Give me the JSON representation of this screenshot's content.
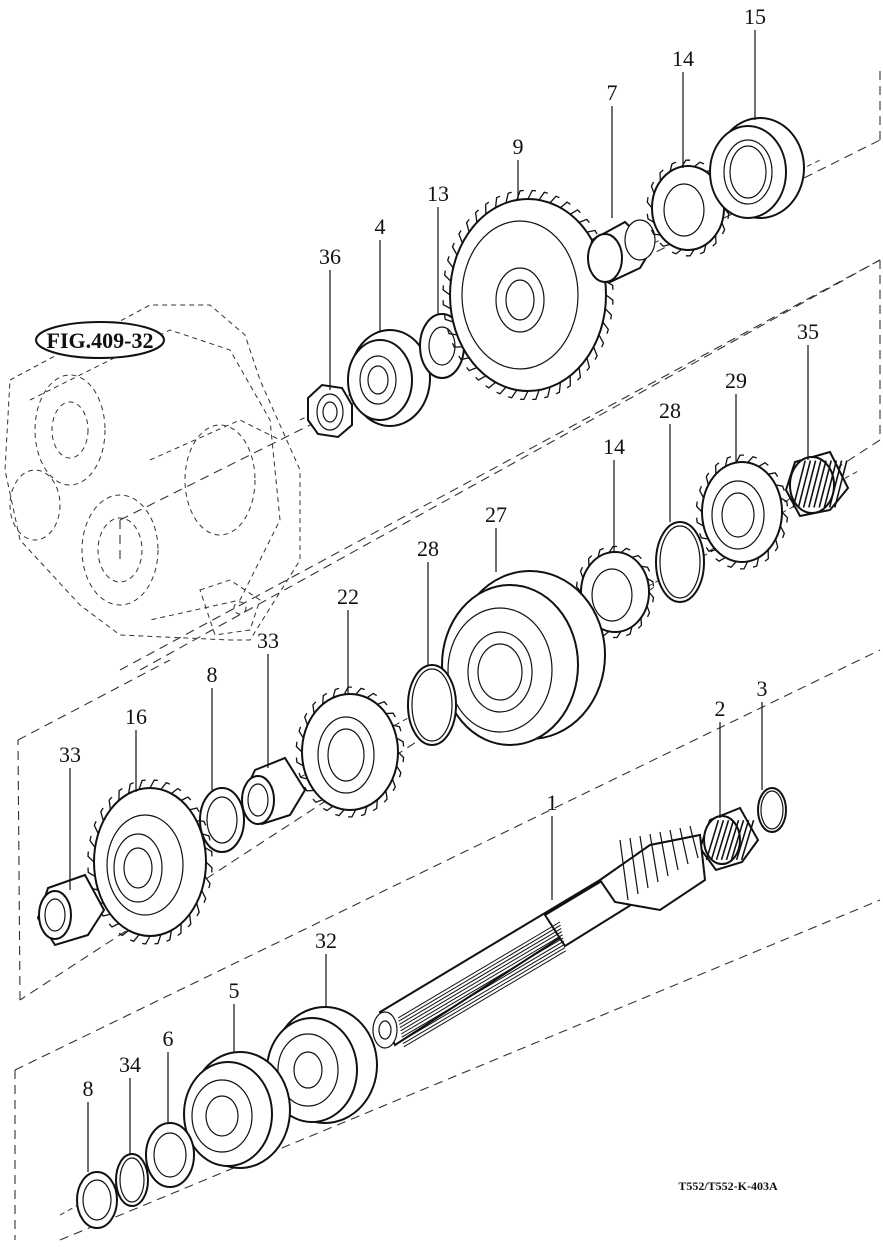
{
  "figure_reference": "FIG.409-32",
  "drawing_number": "T552/T552-K-403A",
  "callouts": {
    "c15": "15",
    "c14a": "14",
    "c7": "7",
    "c9": "9",
    "c13": "13",
    "c4": "4",
    "c36": "36",
    "c35": "35",
    "c29": "29",
    "c28a": "28",
    "c14b": "14",
    "c27": "27",
    "c28b": "28",
    "c22": "22",
    "c33a": "33",
    "c8a": "8",
    "c16": "16",
    "c33b": "33",
    "c2": "2",
    "c3": "3",
    "c1": "1",
    "c32": "32",
    "c5": "5",
    "c6": "6",
    "c34": "34",
    "c8b": "8"
  }
}
